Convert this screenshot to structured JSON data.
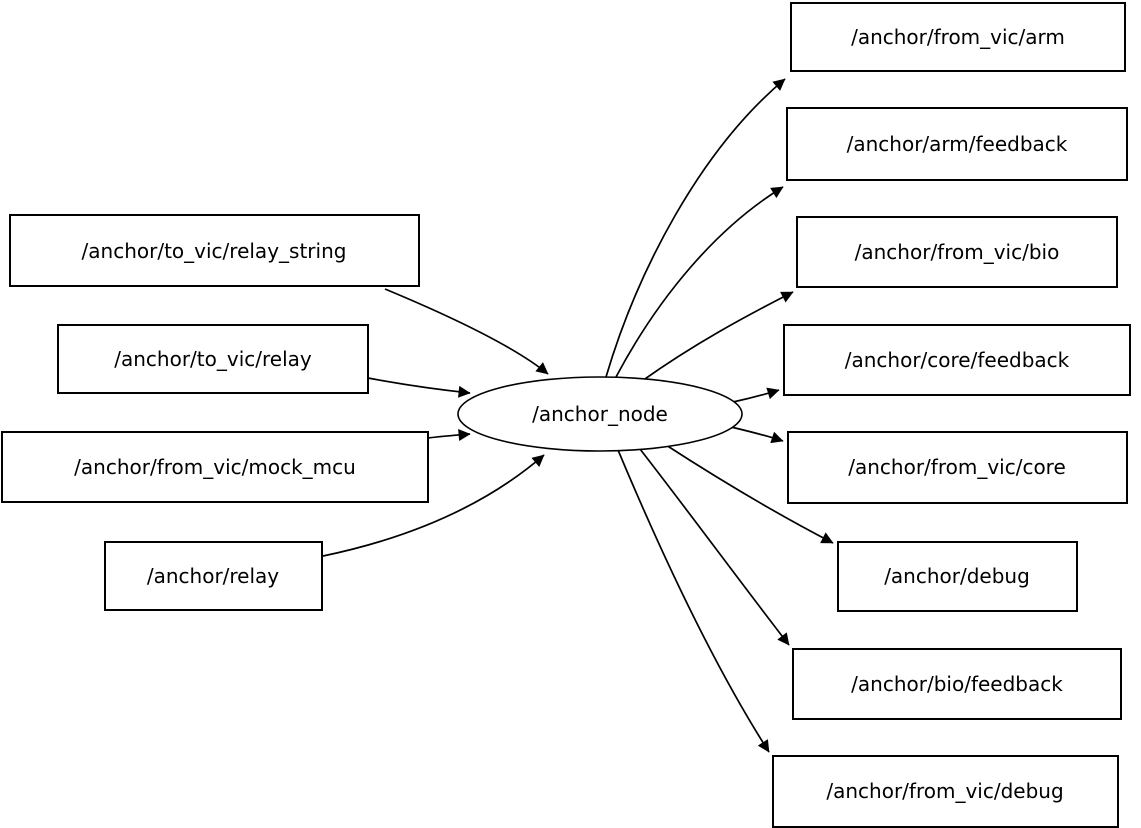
{
  "diagram": {
    "type": "node_graph",
    "center_node": {
      "label": "/anchor_node",
      "shape": "ellipse"
    },
    "input_topics": [
      {
        "id": "to_vic_relay_string",
        "label": "/anchor/to_vic/relay_string"
      },
      {
        "id": "to_vic_relay",
        "label": "/anchor/to_vic/relay"
      },
      {
        "id": "from_vic_mock_mcu",
        "label": "/anchor/from_vic/mock_mcu"
      },
      {
        "id": "relay",
        "label": "/anchor/relay"
      }
    ],
    "output_topics": [
      {
        "id": "from_vic_arm",
        "label": "/anchor/from_vic/arm"
      },
      {
        "id": "arm_feedback",
        "label": "/anchor/arm/feedback"
      },
      {
        "id": "from_vic_bio",
        "label": "/anchor/from_vic/bio"
      },
      {
        "id": "core_feedback",
        "label": "/anchor/core/feedback"
      },
      {
        "id": "from_vic_core",
        "label": "/anchor/from_vic/core"
      },
      {
        "id": "debug",
        "label": "/anchor/debug"
      },
      {
        "id": "bio_feedback",
        "label": "/anchor/bio/feedback"
      },
      {
        "id": "from_vic_debug",
        "label": "/anchor/from_vic/debug"
      }
    ],
    "edges": [
      {
        "from": "/anchor/to_vic/relay_string",
        "to": "/anchor_node"
      },
      {
        "from": "/anchor/to_vic/relay",
        "to": "/anchor_node"
      },
      {
        "from": "/anchor/from_vic/mock_mcu",
        "to": "/anchor_node"
      },
      {
        "from": "/anchor/relay",
        "to": "/anchor_node"
      },
      {
        "from": "/anchor_node",
        "to": "/anchor/from_vic/arm"
      },
      {
        "from": "/anchor_node",
        "to": "/anchor/arm/feedback"
      },
      {
        "from": "/anchor_node",
        "to": "/anchor/from_vic/bio"
      },
      {
        "from": "/anchor_node",
        "to": "/anchor/core/feedback"
      },
      {
        "from": "/anchor_node",
        "to": "/anchor/from_vic/core"
      },
      {
        "from": "/anchor_node",
        "to": "/anchor/debug"
      },
      {
        "from": "/anchor_node",
        "to": "/anchor/bio/feedback"
      },
      {
        "from": "/anchor_node",
        "to": "/anchor/from_vic/debug"
      }
    ],
    "colors": {
      "background": "#ffffff",
      "node_fill": "#ffffff",
      "stroke": "#000000",
      "text": "#000000"
    }
  }
}
